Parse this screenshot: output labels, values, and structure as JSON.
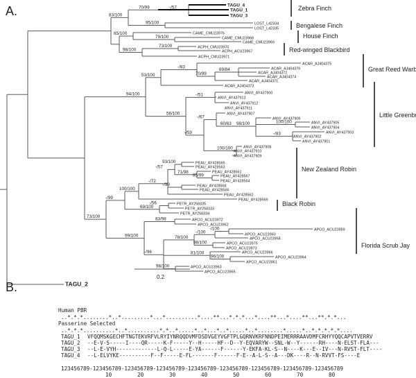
{
  "panel_a": {
    "label": "A.",
    "scale_label": "0.2",
    "tips": [
      {
        "id": "TAGU_4",
        "text": "TAGU_4",
        "bold": true
      },
      {
        "id": "TAGU_1",
        "text": "TAGU_1",
        "bold": true
      },
      {
        "id": "TAGU_3",
        "text": "TAGU_3",
        "bold": true
      },
      {
        "id": "LOST1",
        "text": "LOST_L42334"
      },
      {
        "id": "LOST2",
        "text": "LOST_L42335"
      },
      {
        "id": "CAME1",
        "text": "CAME_CMU23976"
      },
      {
        "id": "CAME2",
        "text": "CAME_CMU23968"
      },
      {
        "id": "CAME3",
        "text": "CAME_CMU23969"
      },
      {
        "id": "ACPH1",
        "text": "ACPH_CMU23970"
      },
      {
        "id": "ACPH2",
        "text": "ACPH_ACU23967"
      },
      {
        "id": "ACPH3",
        "text": "ACPH_CMU23971"
      },
      {
        "id": "ACAR1",
        "text": "ACAR_AJ404375"
      },
      {
        "id": "ACAR2",
        "text": "ACAR_AJ404376"
      },
      {
        "id": "ACAR3",
        "text": "ACAR_AJ404372"
      },
      {
        "id": "ACAR4",
        "text": "ACAR_AJ404374"
      },
      {
        "id": "ACAR5",
        "text": "ACAR_AJ404371"
      },
      {
        "id": "ACAR6",
        "text": "ACAR_AJ404373"
      },
      {
        "id": "ANVI1",
        "text": "ANVI_AY437900"
      },
      {
        "id": "ANVI2",
        "text": "ANVI_AY437913"
      },
      {
        "id": "ANVI3",
        "text": "ANVI_AY437912"
      },
      {
        "id": "ANVI4",
        "text": "ANVI_AY437911"
      },
      {
        "id": "ANVI5",
        "text": "ANVI_AY437907"
      },
      {
        "id": "ANVI6",
        "text": "ANVI_AY437906"
      },
      {
        "id": "ANVI7",
        "text": "ANVI_AY437905"
      },
      {
        "id": "ANVI8",
        "text": "ANVI_AY437904"
      },
      {
        "id": "ANVI9",
        "text": "ANVI_AY437903"
      },
      {
        "id": "ANVI10",
        "text": "ANVI_AY437902"
      },
      {
        "id": "ANVI11",
        "text": "ANVI_AY437901"
      },
      {
        "id": "ANVI12",
        "text": "ANVI_AY437908"
      },
      {
        "id": "ANVI13",
        "text": "ANVI_AY437910"
      },
      {
        "id": "ANVI14",
        "text": "ANVI_AY437909"
      },
      {
        "id": "PEAU1",
        "text": "PEAU_AY428565"
      },
      {
        "id": "PEAU2",
        "text": "PEAU_AY428563"
      },
      {
        "id": "PEAU3",
        "text": "PEAU_AY428561"
      },
      {
        "id": "PEAU4",
        "text": "PEAU_AY428567"
      },
      {
        "id": "PEAU5",
        "text": "PEAU_AY428564"
      },
      {
        "id": "PEAU6",
        "text": "PEAU_AY428568"
      },
      {
        "id": "PEAU7",
        "text": "PEAU_AY428566"
      },
      {
        "id": "PEAU8",
        "text": "PEAU_AY428562"
      },
      {
        "id": "PEAU9",
        "text": "PEAU_AY428569"
      },
      {
        "id": "PETR1",
        "text": "PETR_AY258335"
      },
      {
        "id": "PETR2",
        "text": "PETR_AY258333"
      },
      {
        "id": "PETR3",
        "text": "PETR_AY258334"
      },
      {
        "id": "APCO1",
        "text": "APCO_ACU23972"
      },
      {
        "id": "APCO2",
        "text": "APCO_ACU23962"
      },
      {
        "id": "APCO3",
        "text": "APCO_ACU23959"
      },
      {
        "id": "APCO4",
        "text": "APCO_ACU23960"
      },
      {
        "id": "APCO5",
        "text": "APCO_ACU23958"
      },
      {
        "id": "APCO6",
        "text": "APCO_ACU23975"
      },
      {
        "id": "APCO7",
        "text": "APCO_ACU23973"
      },
      {
        "id": "APCO8",
        "text": "APCO_ACU23966"
      },
      {
        "id": "APCO9",
        "text": "APCO_ACU23964"
      },
      {
        "id": "APCO10",
        "text": "APCO_ACU23961"
      },
      {
        "id": "APCO11",
        "text": "APCO_ACU23963"
      },
      {
        "id": "APCO12",
        "text": "APCO_ACU23965"
      },
      {
        "id": "TAGU_2",
        "text": "TAGU_2",
        "bold": true
      }
    ],
    "support_values": [
      "-/57",
      "70/99",
      "83/100",
      "95/100",
      "65/100",
      "79/100",
      "73/100",
      "98/100",
      "69/84",
      "70/99",
      "-/83",
      "53/100",
      "94/100",
      "-/51",
      "56/100",
      "98/100",
      "-/67",
      "100/100",
      "-/83",
      "60/63",
      "-/59",
      "100/100",
      "93/100",
      "-/57",
      "-/72",
      "71/98",
      "85/99",
      "-/99",
      "100/100",
      "69/100",
      "-/99",
      "-/56",
      "73/100",
      "83/98",
      "-/100",
      "-/100",
      "78/100",
      "98/100",
      "99/100",
      "81/100",
      "96/100",
      "-/96",
      "98/100"
    ],
    "clades": [
      {
        "name": "Zebra Finch"
      },
      {
        "name": "Bengalese Finch"
      },
      {
        "name": "House Finch"
      },
      {
        "name": "Red-winged Blackbird"
      },
      {
        "name": "Great Reed Warbler"
      },
      {
        "name": "Little Greenbul"
      },
      {
        "name": "New Zealand Robin"
      },
      {
        "name": "Black Robin"
      },
      {
        "name": "Florida Scrub Jay"
      }
    ]
  },
  "panel_b": {
    "label": "B.",
    "human_pbr_label": "Human PBR",
    "human_pbr_marks": "..*.*.*........*..*.........*...*..........*....**...*.*.*...*....**...*....**...**.*.*...",
    "passerine_selected_label": "Passerine Selected",
    "passerine_marks": "..*.*.*..........*..*..........*.*..*.....*..*...*..*.....*..*........*.....*..*.*.*.*.*....",
    "rows": [
      {
        "name": "TAGU_1",
        "seq": "VFQQMSKGECHFTNGTEKVRFVLRYIYNRQQDVMFDSDVGEYVGFTPLGQRNVKRFNNDPEIMERRRAAVDMFCRHYYQQCAPVTVERRV"
      },
      {
        "name": "TAGU_2",
        "seq": "--E-V-S-----I----QR-----K-F-----Y--H-----HF--D--Y-EQVARYW--SNL-W--Y------RH----N-ELST-FLA---"
      },
      {
        "name": "TAGU_3",
        "seq": "--L-E-VYH-------------L-Q-L-----E-YA------F------Y-EKFA-KL-S--N----K---E--IV---N-RVST-FLT----"
      },
      {
        "name": "TAGU_4",
        "seq": "--L-ELVYKE----------F--F-----E-FL-------F------F-E--A-L-S--A---DK----R--N-RVVT-FS----E"
      }
    ],
    "ruler": "123456789-123456789-123456789-123456789-123456789-123456789-123456789-123456789-123456789",
    "ruler_numbers": [
      "10",
      "20",
      "30",
      "40",
      "50",
      "60",
      "70",
      "80"
    ]
  }
}
